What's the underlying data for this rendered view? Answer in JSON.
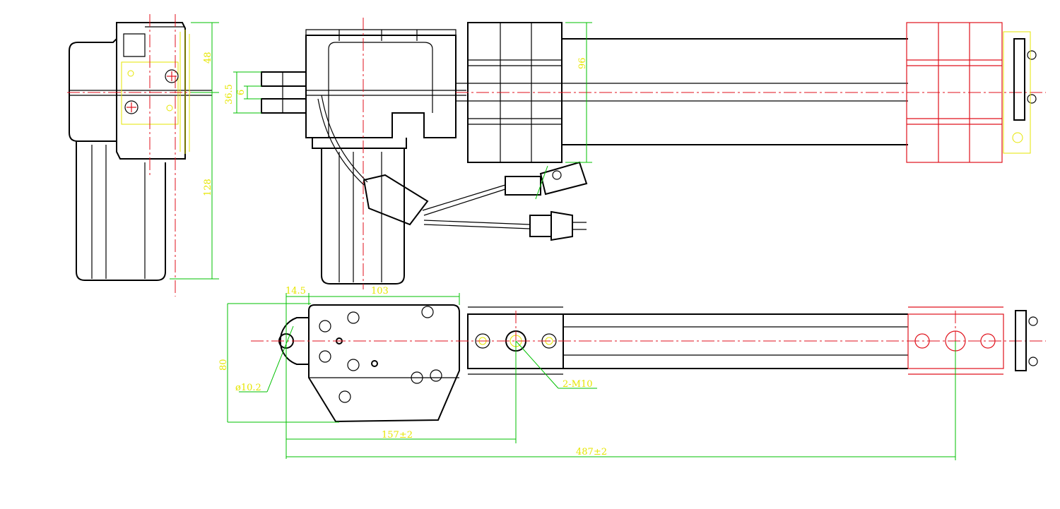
{
  "colors": {
    "outline": "#000000",
    "centerline": "#e0121c",
    "carriage": "#e0121c",
    "dimension_line": "#00c000",
    "dimension_text": "#e6e600"
  },
  "dimensions": {
    "height_upper": "48",
    "height_lower": "128",
    "offset_36_5": "36.5",
    "gap_6": "6",
    "block_height": "96",
    "offset_14_5": "14.5",
    "motor_length": "103",
    "body_width": "80",
    "hole_diameter": "ø10.2",
    "thread_label": "2-M10",
    "closed_length": "157±2",
    "stroke_length": "487±2"
  }
}
